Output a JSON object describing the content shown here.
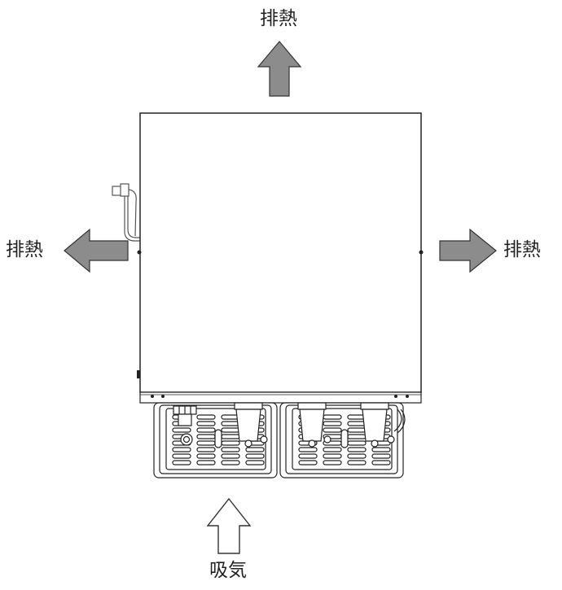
{
  "labels": {
    "exhaust_top": "排熱",
    "exhaust_left": "排熱",
    "exhaust_right": "排熱",
    "intake_bottom": "吸気"
  },
  "colors": {
    "exhaust_arrow": "#8c8c8c",
    "intake_arrow": "#ffffff",
    "outline": "#222222"
  }
}
